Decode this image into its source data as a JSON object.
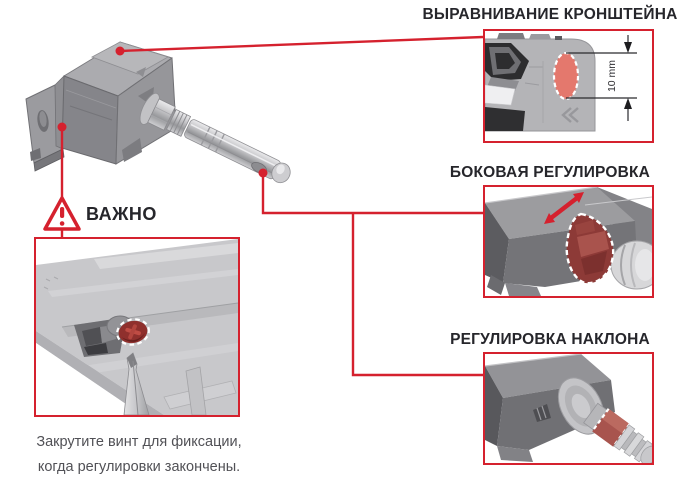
{
  "palette": {
    "accent_red": "#d5212e",
    "highlight_salmon": "#e4786d",
    "highlight_dark_red": "#8d3a37",
    "heading_text": "#26262b",
    "caption_text": "#515156"
  },
  "callouts": [
    {
      "title": "ВЫРАВНИВАНИЕ КРОНШТЕЙНА",
      "dimension_label": "10 mm"
    },
    {
      "title": "БОКОВАЯ РЕГУЛИРОВКА"
    },
    {
      "title": "РЕГУЛИРОВКА НАКЛОНА"
    }
  ],
  "important": {
    "label": "ВАЖНО",
    "warning_icon": "warning-triangle-icon",
    "warning_glyph": "!",
    "caption": [
      "Закрутите винт для фиксации,",
      "когда регулировки закончены."
    ]
  }
}
